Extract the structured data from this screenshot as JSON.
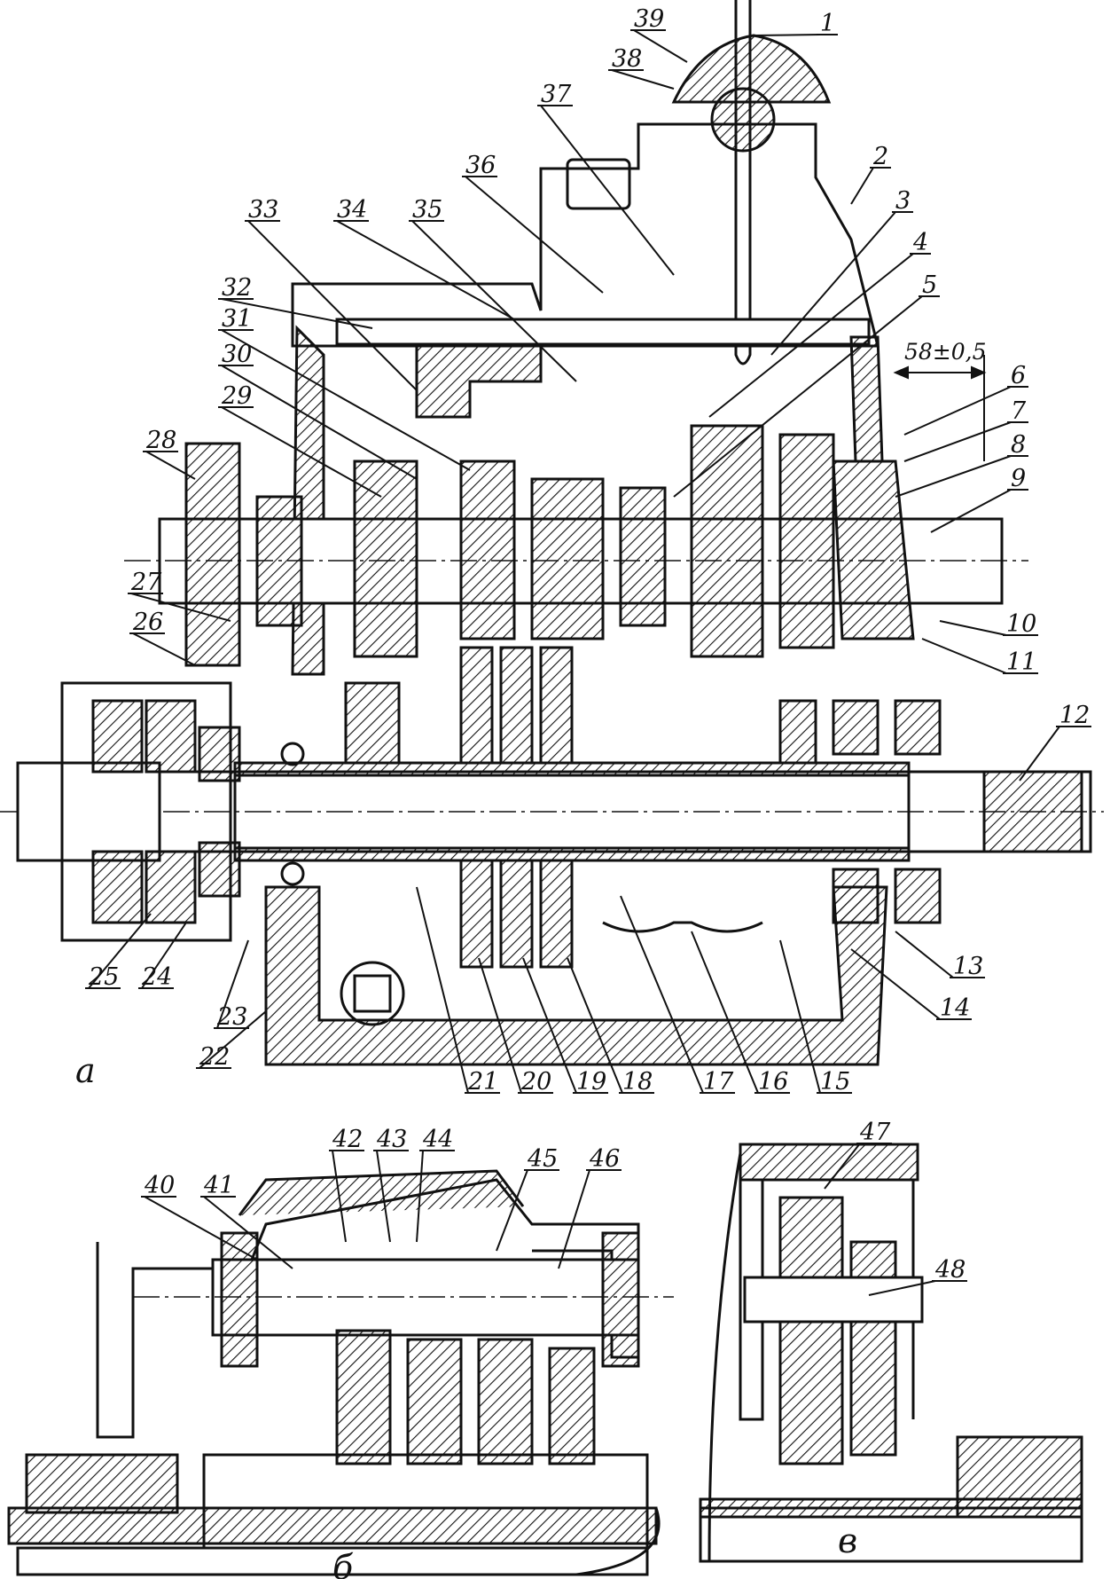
{
  "part_labels": [
    "1",
    "2",
    "3",
    "4",
    "5",
    "6",
    "7",
    "8",
    "9",
    "10",
    "11",
    "12",
    "13",
    "14",
    "15",
    "16",
    "17",
    "18",
    "19",
    "20",
    "21",
    "22",
    "23",
    "24",
    "25",
    "26",
    "27",
    "28",
    "29",
    "30",
    "31",
    "32",
    "33",
    "34",
    "35",
    "36",
    "37",
    "38",
    "39",
    "40",
    "41",
    "42",
    "43",
    "44",
    "45",
    "46",
    "47",
    "48"
  ],
  "dimension_text": "58±0,5",
  "view_letters": {
    "a": "а",
    "b": "б",
    "c": "в"
  },
  "colors": {
    "ink": "#111111",
    "paper": "#ffffff"
  }
}
